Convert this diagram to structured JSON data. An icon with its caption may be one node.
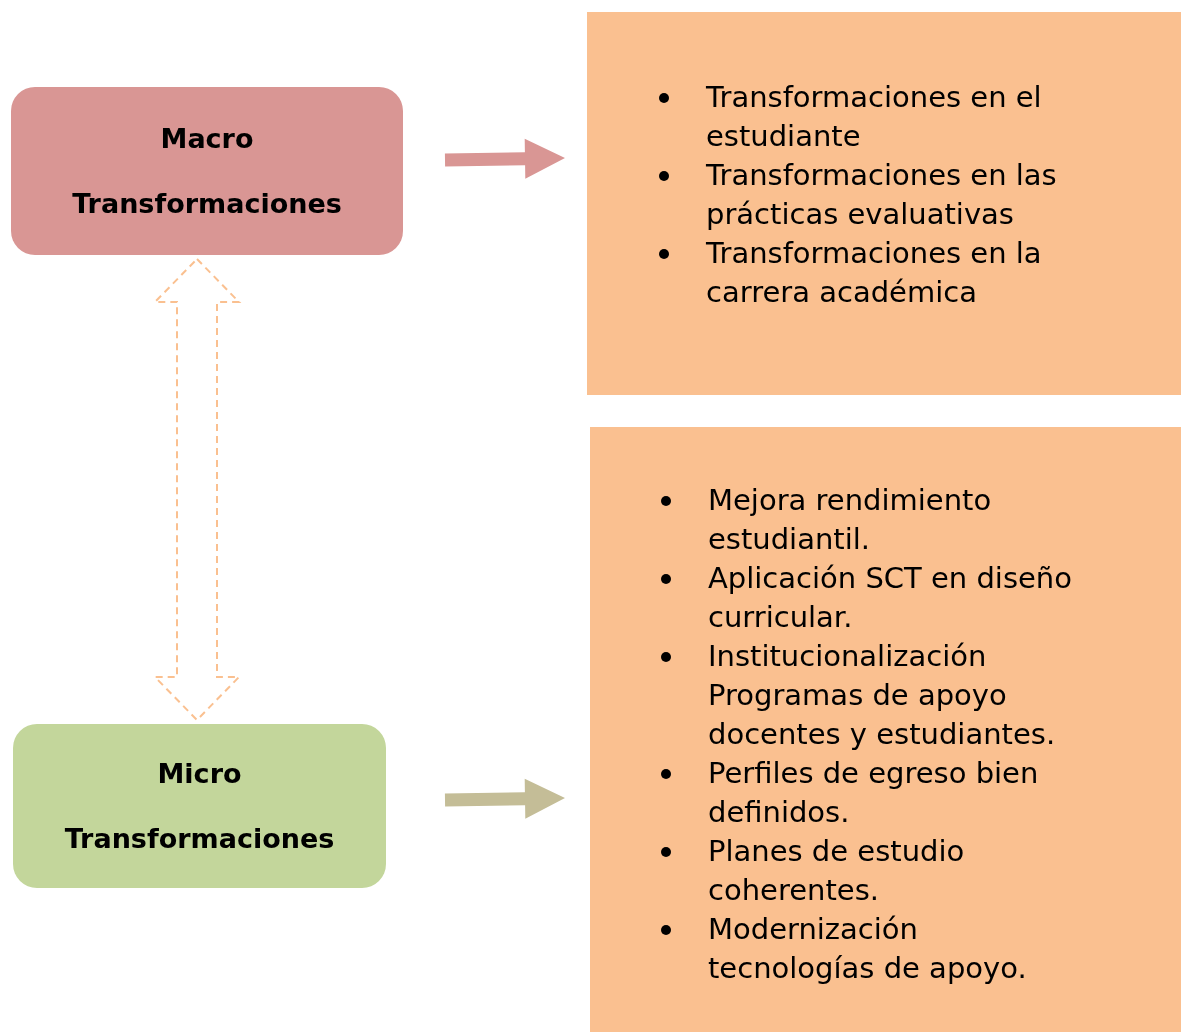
{
  "diagram": {
    "nodes": [
      {
        "text": [
          "Macro",
          "Transformaciones"
        ]
      },
      {
        "text": [
          "Transformaciones en el estudiante",
          "Transformaciones en las prácticas evaluativas",
          "Transformaciones en la carrera académica"
        ]
      },
      {
        "text": [
          "Micro",
          "Transformaciones"
        ]
      },
      {
        "text": [
          "Mejora rendimiento estudiantil.",
          "Aplicación SCT en diseño curricular.",
          "Institucionalización Programas de apoyo docentes y estudiantes.",
          "Perfiles de egreso bien definidos.",
          "Planes de estudio coherentes.",
          "Modernización tecnologías de apoyo."
        ]
      }
    ],
    "edges": [
      {
        "from": 0,
        "to": 1,
        "arrow": "to",
        "color": "#d99694"
      },
      {
        "from": 0,
        "to": 2,
        "arrow": "both",
        "style": "dashed",
        "color": "#fac090"
      },
      {
        "from": 2,
        "to": 3,
        "arrow": "to",
        "color": "#c4bd97"
      }
    ]
  }
}
